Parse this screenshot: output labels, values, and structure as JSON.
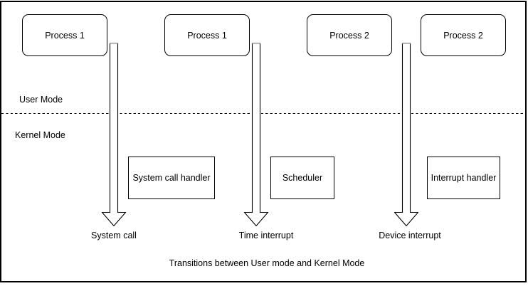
{
  "diagram": {
    "caption": "Transitions between User mode and Kernel Mode",
    "modes": {
      "user_label": "User Mode",
      "kernel_label": "Kernel Mode"
    },
    "process_boxes": [
      {
        "label": "Process 1"
      },
      {
        "label": "Process 1"
      },
      {
        "label": "Process 2"
      },
      {
        "label": "Process 2"
      }
    ],
    "handler_boxes": [
      {
        "label": "System call handler"
      },
      {
        "label": "Scheduler"
      },
      {
        "label": "Interrupt handler"
      }
    ],
    "transitions": [
      {
        "label": "System call"
      },
      {
        "label": "Time interrupt"
      },
      {
        "label": "Device interrupt"
      }
    ],
    "colors": {
      "stroke": "#000000",
      "background": "#ffffff",
      "arrow_fill": "#ffffff",
      "arrow_cap": "#999999"
    }
  }
}
